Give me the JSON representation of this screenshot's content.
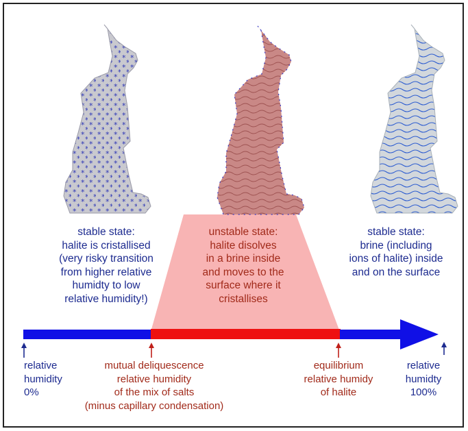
{
  "colors": {
    "blue_state": "#1c2a8f",
    "red_state": "#a12a1a",
    "axis_blue": "#1010e6",
    "axis_red": "#ee1111",
    "trapezoid": "#f8b4b4"
  },
  "captions": {
    "left": [
      "stable state:",
      "halite is cristallised",
      "(very risky transition",
      "from higher relative",
      "humidty to low",
      "relative humidity!)"
    ],
    "middle": [
      "unstable state:",
      "halite disolves",
      "in a brine inside",
      "and moves to the",
      "surface where it",
      "cristallises"
    ],
    "right": [
      "stable state:",
      "brine (including",
      "ions of halite) inside",
      "and on the surface"
    ]
  },
  "axis_labels": {
    "rh0": [
      "relative",
      "humidity",
      "0%"
    ],
    "mdrh": [
      "mutual deliquescence",
      "relative humidity",
      "of the mix of salts",
      "(minus capillary condensation)"
    ],
    "drh": [
      "equilibrium",
      "relative humidy",
      "of halite"
    ],
    "rh100": [
      "relative",
      "humidty",
      "100%"
    ]
  }
}
